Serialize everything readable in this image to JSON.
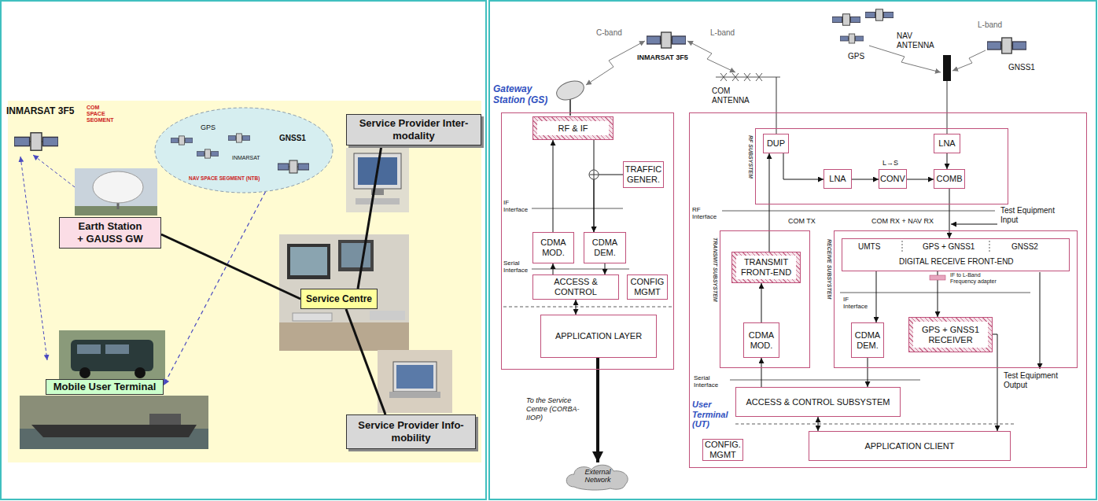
{
  "diagram": {
    "nodes": [
      {
        "text": [
          "GPS",
          "INMARSAT",
          "GNSS1",
          "NAV SPACE SEGMENT (NTB)"
        ]
      },
      {
        "text": [
          "Service Provider Inter-modality"
        ]
      },
      {
        "text": [
          "Earth Station + GAUSS GW"
        ]
      },
      {
        "text": [
          "Service Centre"
        ]
      },
      {
        "text": [
          "Mobile User Terminal"
        ]
      },
      {
        "text": [
          "Service Provider Info-mobility"
        ]
      },
      {
        "text": [
          "Gateway Station (GS)"
        ]
      },
      {
        "text": [
          "RF & IF"
        ],
        "in": 6
      },
      {
        "text": [
          "TRAFFIC GENER."
        ],
        "in": 6
      },
      {
        "text": [
          "CDMA MOD."
        ],
        "in": 6
      },
      {
        "text": [
          "CDMA DEM."
        ],
        "in": 6
      },
      {
        "text": [
          "ACCESS & CONTROL"
        ],
        "in": 6
      },
      {
        "text": [
          "CONFIG MGMT"
        ],
        "in": 6
      },
      {
        "text": [
          "APPLICATION LAYER"
        ],
        "in": 6
      },
      {
        "text": [
          "External Network"
        ]
      },
      {
        "text": [
          "User Terminal (UT)"
        ]
      },
      {
        "text": [
          "RF SUBSYSTEM"
        ],
        "in": 15
      },
      {
        "text": [
          "DUP"
        ],
        "in": 16
      },
      {
        "text": [
          "LNA"
        ],
        "in": 16
      },
      {
        "text": [
          "LNA"
        ],
        "in": 16
      },
      {
        "text": [
          "CONV"
        ],
        "in": 16
      },
      {
        "text": [
          "COMB"
        ],
        "in": 16
      },
      {
        "text": [
          "TRANSMIT SUBSYSTEM"
        ],
        "in": 15
      },
      {
        "text": [
          "TRANSMIT FRONT-END"
        ],
        "in": 22
      },
      {
        "text": [
          "CDMA MOD."
        ],
        "in": 22
      },
      {
        "text": [
          "RECEIVE SUBSYSTEM"
        ],
        "in": 15
      },
      {
        "text": [
          "UMTS",
          "GPS + GNSS1",
          "GNSS2",
          "DIGITAL RECEIVE FRONT-END"
        ],
        "in": 25
      },
      {
        "text": [
          "CDMA DEM."
        ],
        "in": 25
      },
      {
        "text": [
          "GPS + GNSS1 RECEIVER"
        ],
        "in": 25
      },
      {
        "text": [
          "ACCESS & CONTROL SUBSYSTEM"
        ],
        "in": 15
      },
      {
        "text": [
          "CONFIG. MGMT"
        ],
        "in": 15
      },
      {
        "text": [
          "APPLICATION CLIENT"
        ],
        "in": 15
      }
    ],
    "edges": [
      {
        "from": 0,
        "to": 4,
        "arrow": "to"
      },
      {
        "from": 2,
        "to": 3,
        "arrow": "none"
      },
      {
        "from": 3,
        "to": 1,
        "arrow": "none"
      },
      {
        "from": 3,
        "to": 5,
        "arrow": "none"
      },
      {
        "from": 7,
        "to": 10,
        "arrow": "to"
      },
      {
        "from": 8,
        "to": 10,
        "arrow": "to"
      },
      {
        "from": 9,
        "to": 7,
        "arrow": "to"
      },
      {
        "from": 10,
        "to": 11,
        "arrow": "to"
      },
      {
        "from": 11,
        "to": 9,
        "arrow": "to"
      },
      {
        "from": 11,
        "to": 13,
        "arrow": "both"
      },
      {
        "from": 13,
        "to": 14,
        "arrow": "to",
        "label": "To the Service Centre (CORBA-IIOP)"
      },
      {
        "from": 17,
        "to": 19,
        "arrow": "to"
      },
      {
        "from": 19,
        "to": 20,
        "arrow": "to"
      },
      {
        "from": 20,
        "to": 21,
        "arrow": "to"
      },
      {
        "from": 18,
        "to": 21,
        "arrow": "to"
      },
      {
        "from": 21,
        "to": 26,
        "arrow": "to"
      },
      {
        "from": 23,
        "to": 17,
        "arrow": "to"
      },
      {
        "from": 24,
        "to": 23,
        "arrow": "to"
      },
      {
        "from": 29,
        "to": 24,
        "arrow": "to"
      },
      {
        "from": 26,
        "to": 27,
        "arrow": "to"
      },
      {
        "from": 26,
        "to": 28,
        "arrow": "to"
      },
      {
        "from": 27,
        "to": 29,
        "arrow": "to"
      },
      {
        "from": 29,
        "to": 31,
        "arrow": "both"
      },
      {
        "from": 28,
        "to": 31,
        "arrow": "to"
      }
    ],
    "labels": [
      "INMARSAT 3F5",
      "COM SPACE SEGMENT",
      "C-band",
      "INMARSAT 3F5",
      "L-band",
      "COM ANTENNA",
      "GPS",
      "NAV ANTENNA",
      "L-band",
      "GNSS1",
      "IF Interface",
      "Serial Interface",
      "RF Interface",
      "COM TX",
      "COM RX + NAV RX",
      "Test Equipment Input",
      "L→S",
      "IF Interface",
      "IF to L-Band Frequency adapter",
      "Test Equipment Output",
      "Serial Interface"
    ]
  }
}
